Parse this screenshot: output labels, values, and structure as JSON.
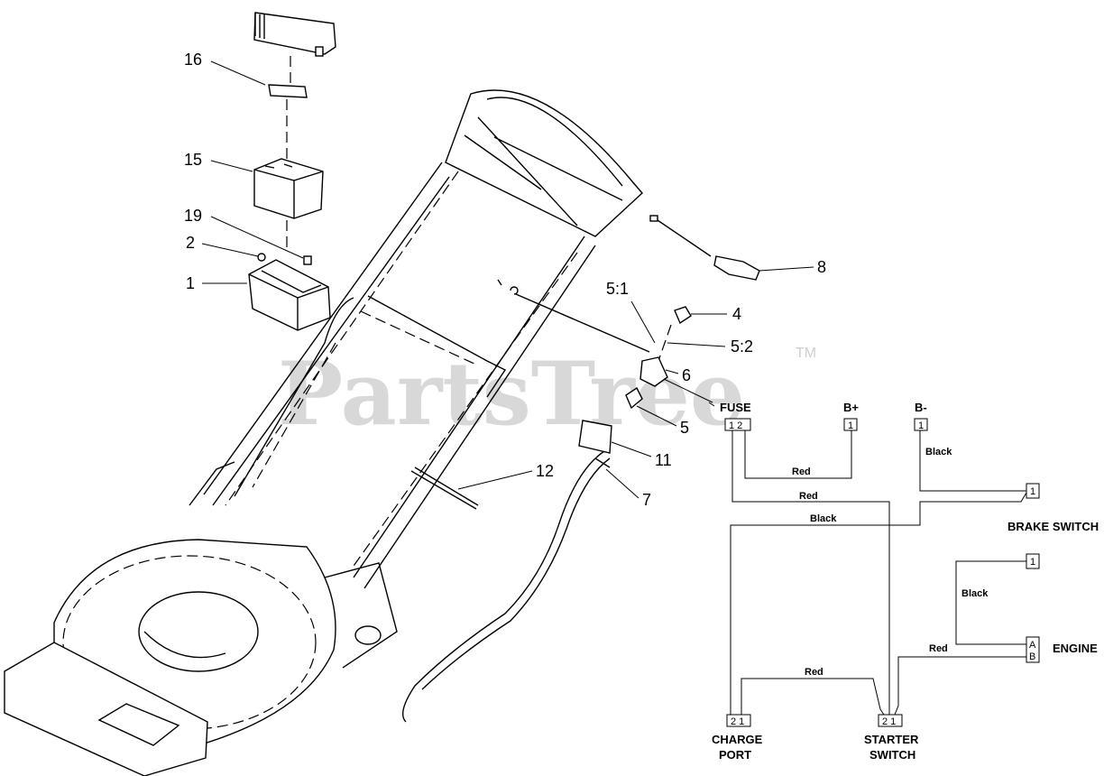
{
  "watermark": {
    "text": "PartsTree",
    "trademark": "TM"
  },
  "callouts": {
    "c16": "16",
    "c15": "15",
    "c19": "19",
    "c2": "2",
    "c1": "1",
    "c8": "8",
    "c51": "5:1",
    "c4": "4",
    "c52": "5:2",
    "c6": "6",
    "c5": "5",
    "c11": "11",
    "c12": "12",
    "c7": "7"
  },
  "schematic": {
    "fuse": {
      "label": "FUSE",
      "pins": "1 2"
    },
    "b_plus": {
      "label": "B+",
      "pin": "1"
    },
    "b_minus": {
      "label": "B-",
      "pin": "1"
    },
    "brake_switch": {
      "label": "BRAKE SWITCH",
      "pin": "1"
    },
    "engine": {
      "label": "ENGINE",
      "pin_top": "1",
      "pin_a": "A",
      "pin_b": "B"
    },
    "charge_port": {
      "label_line1": "CHARGE",
      "label_line2": "PORT",
      "pins": "2 1"
    },
    "starter_switch": {
      "label_line1": "STARTER",
      "label_line2": "SWITCH",
      "pins": "2 1"
    },
    "wires": {
      "fuse2_bplus": "Red",
      "fuse1_starter": "Red",
      "bminus_brake": "Black",
      "brake_charge": "Black",
      "engine_top": "Black",
      "engine_starter": "Red",
      "charge_starter": "Red"
    }
  }
}
